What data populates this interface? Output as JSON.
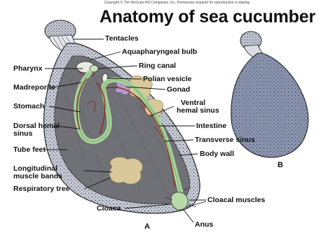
{
  "copyright": "Copyright © The McGraw-Hill Companies, Inc. Permission required for reproduction or display.",
  "title": "Anatomy of sea cucumber",
  "labels": {
    "tentacles": "Tentacles",
    "aquapharyngeal_bulb": "Aquapharyngeal bulb",
    "pharynx": "Pharynx",
    "ring_canal": "Ring canal",
    "polian_vesicle": "Polian vesicle",
    "madreporite": "Madreporite",
    "gonad": "Gonad",
    "stomach": "Stomach",
    "ventral_hemal_sinus_1": "Ventral",
    "ventral_hemal_sinus_2": "hemal sinus",
    "dorsal_hemal_sinus_1": "Dorsal hemal",
    "dorsal_hemal_sinus_2": "sinus",
    "intestine": "Intestine",
    "transverse_sinus": "Transverse sinus",
    "tube_feet": "Tube feet",
    "body_wall": "Body wall",
    "longitudinal_muscle_bands_1": "Longitudinal",
    "longitudinal_muscle_bands_2": "muscle bands",
    "respiratory_tree": "Respiratory tree",
    "cloacal_muscles": "Cloacal muscles",
    "cloaca": "Cloaca",
    "anus": "Anus"
  },
  "figure_labels": {
    "a": "A",
    "b": "B"
  },
  "colors": {
    "body_outline": "#222222",
    "body_fill": "#cfd4dd",
    "cavity": "#6d6d72",
    "gut": "#a8d49a",
    "gonad": "#b59ac8",
    "respiratory_tree": "#d8c89a",
    "hemal_sinus": "#8a2a18",
    "leader": "#111111"
  }
}
